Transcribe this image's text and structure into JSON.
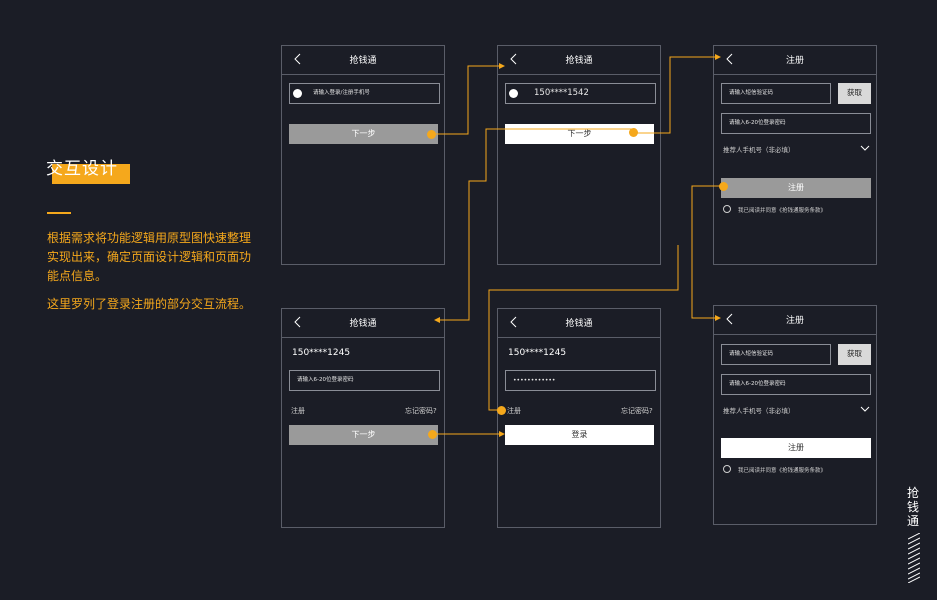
{
  "intro": {
    "title": "交互设计",
    "paragraph1": "根据需求将功能逻辑用原型图快速整理实现出来，确定页面设计逻辑和页面功能点信息。",
    "paragraph2": "这里罗列了登录注册的部分交互流程。"
  },
  "brand_vertical": "抢钱通",
  "colors": {
    "accent": "#f5a81c",
    "background": "#1b1d26",
    "border": "#5a5d68"
  },
  "screens": {
    "s1": {
      "title": "抢钱通",
      "phone_placeholder": "请输入登录/注册手机号",
      "next_label": "下一步"
    },
    "s2": {
      "title": "抢钱通",
      "phone_value": "150****1542",
      "next_label": "下一步"
    },
    "s3": {
      "title": "注册",
      "sms_placeholder": "请输入短信验证码",
      "get_label": "获取",
      "password_placeholder": "请输入6-20位登录密码",
      "referrer_label": "推荐人手机号（非必填）",
      "register_label": "注册",
      "agree_text": "我已阅读并同意《抢钱通服务条款》"
    },
    "s4": {
      "title": "抢钱通",
      "phone": "150****1245",
      "password_placeholder": "请输入6-20位登录密码",
      "register_link": "注册",
      "forgot_link": "忘记密码?",
      "next_label": "下一步"
    },
    "s5": {
      "title": "抢钱通",
      "phone": "150****1245",
      "password_mask": "••••••••••••",
      "register_link": "注册",
      "forgot_link": "忘记密码?",
      "login_label": "登录"
    },
    "s6": {
      "title": "注册",
      "sms_placeholder": "请输入短信验证码",
      "get_label": "获取",
      "password_placeholder": "请输入6-20位登录密码",
      "referrer_label": "推荐人手机号（非必填）",
      "register_label": "注册",
      "agree_text": "我已阅读并同意《抢钱通服务条款》"
    }
  }
}
